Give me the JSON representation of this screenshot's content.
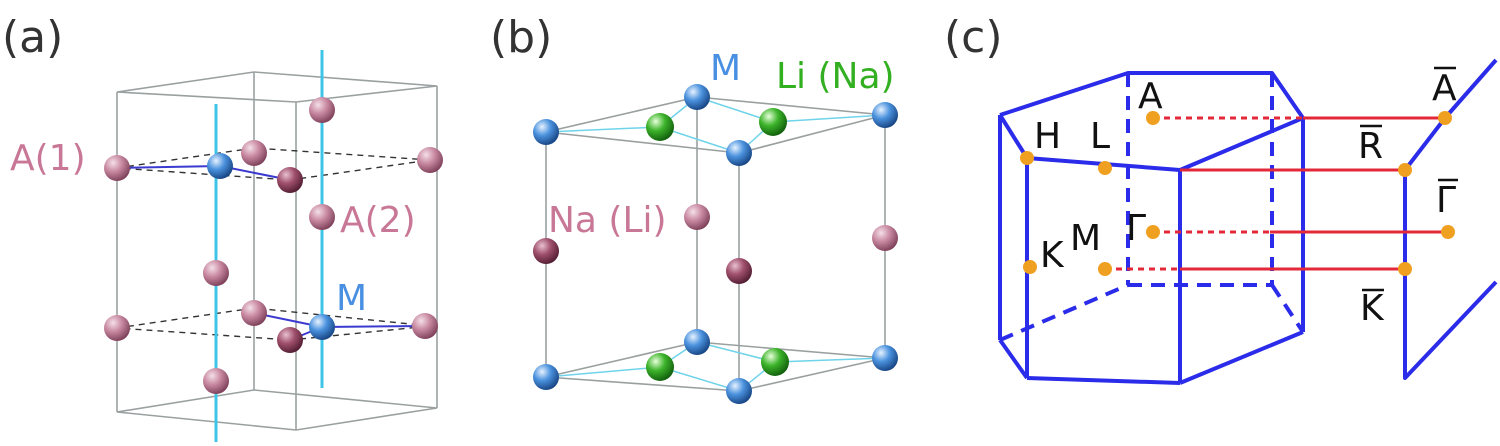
{
  "panel_a": {
    "label": "(a)",
    "site_a1": "A(1)",
    "site_a2": "A(2)",
    "site_m": "M"
  },
  "panel_b": {
    "label": "(b)",
    "site_m": "M",
    "site_li_na": "Li (Na)",
    "site_na_li": "Na (Li)"
  },
  "panel_c": {
    "label": "(c)",
    "point_A": "A",
    "point_H": "H",
    "point_L": "L",
    "point_K": "K",
    "point_M": "M",
    "point_Gamma": "Γ",
    "point_A_bar": "A",
    "point_R_bar": "R",
    "point_Gamma_bar": "Γ",
    "point_K_bar": "K"
  },
  "colors": {
    "atom_a_site": "#c07a93",
    "atom_m_site": "#4a8fdc",
    "atom_li_site": "#2fa52a",
    "brillouin_zone": "#2b2bea",
    "projection_line": "#e3283a",
    "high_symmetry_point": "#f0a020"
  }
}
